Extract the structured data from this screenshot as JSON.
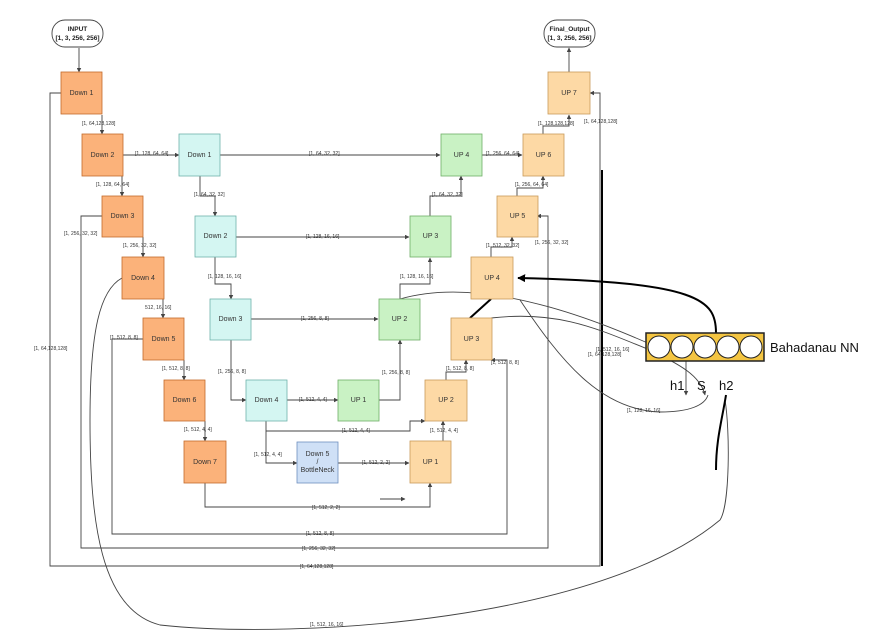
{
  "terminals": {
    "input": {
      "line1": "INPUT",
      "line2": "[1, 3, 256, 256]"
    },
    "output": {
      "line1": "Final_Output",
      "line2": "[1, 3, 256, 256]"
    }
  },
  "encoder1": {
    "down1": "Down 1",
    "down2": "Down 2",
    "down3": "Down 3",
    "down4": "Down 4",
    "down5": "Down 5",
    "down6": "Down 6",
    "down7": "Down 7"
  },
  "encoder2": {
    "down1": "Down 1",
    "down2": "Down 2",
    "down3": "Down 3",
    "down4": "Down 4",
    "bottleneck_line1": "Down 5",
    "bottleneck_line2": "/",
    "bottleneck_line3": "BottleNeck"
  },
  "decoder_green": {
    "up1": "UP 1",
    "up2": "UP 2",
    "up3": "UP 3",
    "up4": "UP 4"
  },
  "decoder_peach": {
    "up1": "UP 1",
    "up2": "UP 2",
    "up3": "UP 3",
    "up4": "UP 4",
    "up5": "UP 5",
    "up6": "UP 6",
    "up7": "UP 7"
  },
  "attention": {
    "title": "Bahadanau NN",
    "h1": "h1",
    "s": "S",
    "h2": "h2"
  },
  "edges": {
    "e_in_d1": "[1, 64,128,128]",
    "e_d2_down": "[1, 128, 64, 64]",
    "e_d2_b1": "[1, 128, 64, 64]",
    "e_d3_side": "[1, 256, 32, 32]",
    "e_d3_d4": "[1, 256, 32, 32]",
    "e_d4_d5": "512, 16, 16]",
    "e_d5_side": "[1, 512, 8, 8]",
    "e_d5_d6": "[1, 512, 8, 8]",
    "e_d6_d7": "[1, 512, 4, 4]",
    "e_far_left": "[1, 64,128,128]",
    "e_b1_up4": "[1, 64, 32, 32]",
    "e_b1_b2": "[1, 64, 32, 32]",
    "e_b2_up3": "[1, 128, 16, 16]",
    "e_b2_b3": "[1, 128, 16, 16]",
    "e_b3_up2": "[1, 256, 8, 8]",
    "e_b3_b4": "[1, 256, 8, 8]",
    "e_b4_u1": "[1, 512, 4, 4]",
    "e_b4_bn": "[1, 512, 4, 4]",
    "e_bn_pu1": "[1, 512, 2, 2]",
    "e_u1_u2": "[1, 256, 8, 8]",
    "e_u2_u3": "[1, 128, 16, 16]",
    "e_u3_u4": "[1, 64, 32, 32]",
    "e_u4_up6": "[1, 256, 64, 64]",
    "e_below_b4": "[1, 512, 4, 4]",
    "e_pu1_pu2": "[1, 512, 4, 4]",
    "e_pu2_pu3": "[1, 512, 8, 8]",
    "e_pu3_right": "[1, 512, 8, 8]",
    "e_pu4_pu5": "[1, 512, 32, 32]",
    "e_pu5_pu6": "[1, 256, 64, 64]",
    "e_pu6_pu7": "[1, 128,128,128]",
    "e_right_256": "[1, 256, 32, 32]",
    "e_right_64": "[1, 64,128,128]",
    "e_bottom_d7": "[1, 512, 2, 2]",
    "e_bottom_512": "[1, 512, 8, 8]",
    "e_bottom_256": "[1, 256, 32, 32]",
    "e_bottom_64": "[1, 64,128,128]",
    "e_bottom_curve": "[1, 512, 16, 16]",
    "e_attn_1": "[1, 512, 16, 16]",
    "e_attn_2": "[1, 64,128,128]",
    "e_attn_3": "[1, 128, 16, 16]"
  },
  "colors": {
    "orange": "#fbb27a",
    "peach": "#fdd9a5",
    "cyan": "#d4f6f2",
    "green": "#c9f2c4",
    "blue": "#cfe0f6"
  }
}
